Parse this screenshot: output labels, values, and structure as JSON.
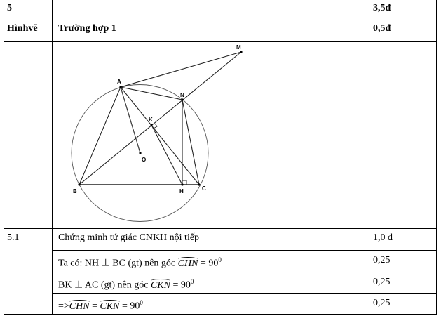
{
  "rows": [
    {
      "col1": "5",
      "col2": "",
      "col3": "3,5đ"
    },
    {
      "col1": "Hìnhvẽ",
      "col2": "Trường hợp 1",
      "col3": "0,5đ"
    }
  ],
  "figure": {
    "labels": {
      "A": "A",
      "M": "M",
      "N": "N",
      "K": "K",
      "O": "O",
      "B": "B",
      "H": "H",
      "C": "C"
    }
  },
  "section": {
    "number": "5.1",
    "title": "Chứng minh tứ giác CNKH nội tiếp",
    "title_score": "1,0 đ",
    "steps": [
      {
        "prefix": "Ta có: NH  ⊥ BC (gt) nên góc ",
        "angle": "CHN",
        "suffix": " = 90",
        "sup": "0",
        "score": "0,25"
      },
      {
        "prefix": "BK  ⊥ AC (gt) nên góc ",
        "angle": "CKN",
        "suffix": " = 90",
        "sup": "0",
        "score": "0,25"
      },
      {
        "prefix": "=>",
        "angle": "CHN",
        "mid": " = ",
        "angle2": "CKN",
        "suffix": " = 90",
        "sup": "0",
        "score": "0,25"
      }
    ]
  }
}
